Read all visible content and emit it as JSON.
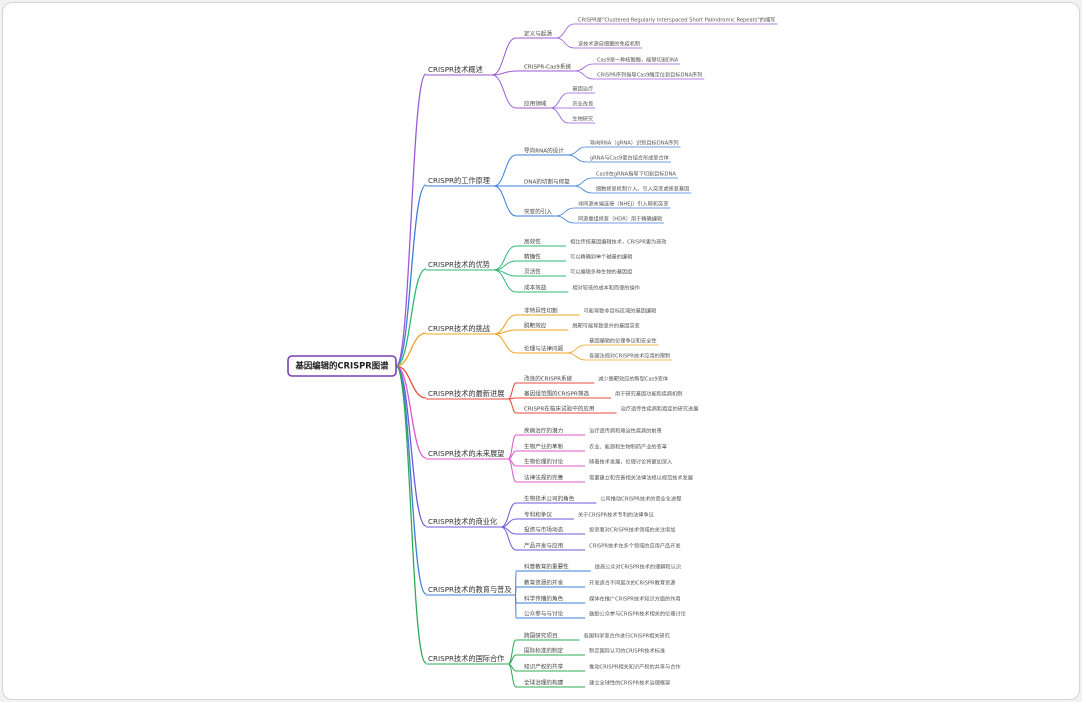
{
  "root": {
    "label": "基因编辑的CRISPR图谱"
  },
  "colors": [
    "#9b59d6",
    "#3b7dd8",
    "#2eb872",
    "#f0a020",
    "#e74c3c",
    "#e056c8",
    "#6a5ad9",
    "#3b7dd8",
    "#2eaa55"
  ],
  "branches": [
    {
      "label": "CRISPR技术概述",
      "children": [
        {
          "label": "定义与起源",
          "children": [
            "CRISPR是\"Clustered Regularly Interspaced Short Palindromic Repeats\"的缩写",
            "该技术源自细菌的免疫机制"
          ]
        },
        {
          "label": "CRISPR-Cas9系统",
          "children": [
            "Cas9是一种核酸酶，能够切割DNA",
            "CRISPR序列指导Cas9酶定位到目标DNA序列"
          ]
        },
        {
          "label": "应用领域",
          "children": [
            "基因治疗",
            "农业改良",
            "生物研究"
          ]
        }
      ]
    },
    {
      "label": "CRISPR的工作原理",
      "children": [
        {
          "label": "导向RNA的设计",
          "children": [
            "导向RNA（gRNA）识别目标DNA序列",
            "gRNA与Cas9蛋白结合形成复合体"
          ]
        },
        {
          "label": "DNA的切割与修复",
          "children": [
            "Cas9在gRNA指导下切割目标DNA",
            "细胞修复机制介入，引入突变或修复基因"
          ]
        },
        {
          "label": "突变的引入",
          "children": [
            "非同源末端连接（NHEJ）引入随机突变",
            "同源重组修复（HDR）用于精确编辑"
          ]
        }
      ]
    },
    {
      "label": "CRISPR技术的优势",
      "children": [
        {
          "label": "高效性",
          "children": [
            "相比传统基因编辑技术，CRISPR更为高效"
          ]
        },
        {
          "label": "精确性",
          "children": [
            "可以精确到单个碱基的编辑"
          ]
        },
        {
          "label": "灵活性",
          "children": [
            "可以编辑多种生物的基因组"
          ]
        },
        {
          "label": "成本效益",
          "children": [
            "相对较低的成本和简便的操作"
          ]
        }
      ]
    },
    {
      "label": "CRISPR技术的挑战",
      "children": [
        {
          "label": "非特异性切割",
          "children": [
            "可能导致非目标区域的基因编辑"
          ]
        },
        {
          "label": "脱靶效应",
          "children": [
            "脱靶可能导致意外的基因突变"
          ]
        },
        {
          "label": "伦理与法律问题",
          "children": [
            "基因编辑的伦理争议和安全性",
            "各国法规对CRISPR技术应用的限制"
          ]
        }
      ]
    },
    {
      "label": "CRISPR技术的最新进展",
      "children": [
        {
          "label": "改良的CRISPR系统",
          "children": [
            "减少脱靶效应的新型Cas9变体"
          ]
        },
        {
          "label": "基因组范围的CRISPR筛选",
          "children": [
            "用于研究基因功能和疾病机制"
          ]
        },
        {
          "label": "CRISPR在临床试验中的应用",
          "children": [
            "治疗遗传性疾病和癌症的研究进展"
          ]
        }
      ]
    },
    {
      "label": "CRISPR技术的未来展望",
      "children": [
        {
          "label": "疾病治疗的潜力",
          "children": [
            "治疗遗传病和难治性疾病的前景"
          ]
        },
        {
          "label": "生物产业的革新",
          "children": [
            "农业、能源和生物制药产业的变革"
          ]
        },
        {
          "label": "生物伦理的讨论",
          "children": [
            "随着技术发展，伦理讨论将更加深入"
          ]
        },
        {
          "label": "法律法规的完善",
          "children": [
            "需要建立和完善相关法律法规以规范技术发展"
          ]
        }
      ]
    },
    {
      "label": "CRISPR技术的商业化",
      "children": [
        {
          "label": "生物技术公司的角色",
          "children": [
            "公司推动CRISPR技术的商业化进程"
          ]
        },
        {
          "label": "专利和争议",
          "children": [
            "关于CRISPR技术专利的法律争议"
          ]
        },
        {
          "label": "投资与市场动态",
          "children": [
            "投资者对CRISPR技术领域的关注增加"
          ]
        },
        {
          "label": "产品开发与应用",
          "children": [
            "CRISPR技术在多个领域的应用产品开发"
          ]
        }
      ]
    },
    {
      "label": "CRISPR技术的教育与普及",
      "children": [
        {
          "label": "科普教育的重要性",
          "children": [
            "提高公众对CRISPR技术的理解和认识"
          ]
        },
        {
          "label": "教育资源的开发",
          "children": [
            "开发适合不同层次的CRISPR教育资源"
          ]
        },
        {
          "label": "科学传播的角色",
          "children": [
            "媒体在推广CRISPR技术知识方面的作用"
          ]
        },
        {
          "label": "公众参与与讨论",
          "children": [
            "鼓励公众参与CRISPR技术相关的伦理讨论"
          ]
        }
      ]
    },
    {
      "label": "CRISPR技术的国际合作",
      "children": [
        {
          "label": "跨国研究项目",
          "children": [
            "各国科学家合作进行CRISPR相关研究"
          ]
        },
        {
          "label": "国际标准的制定",
          "children": [
            "制定国际认可的CRISPR技术标准"
          ]
        },
        {
          "label": "知识产权的共享",
          "children": [
            "推动CRISPR相关知识产权的共享与合作"
          ]
        },
        {
          "label": "全球治理的构建",
          "children": [
            "建立全球性的CRISPR技术治理框架"
          ]
        }
      ]
    }
  ]
}
